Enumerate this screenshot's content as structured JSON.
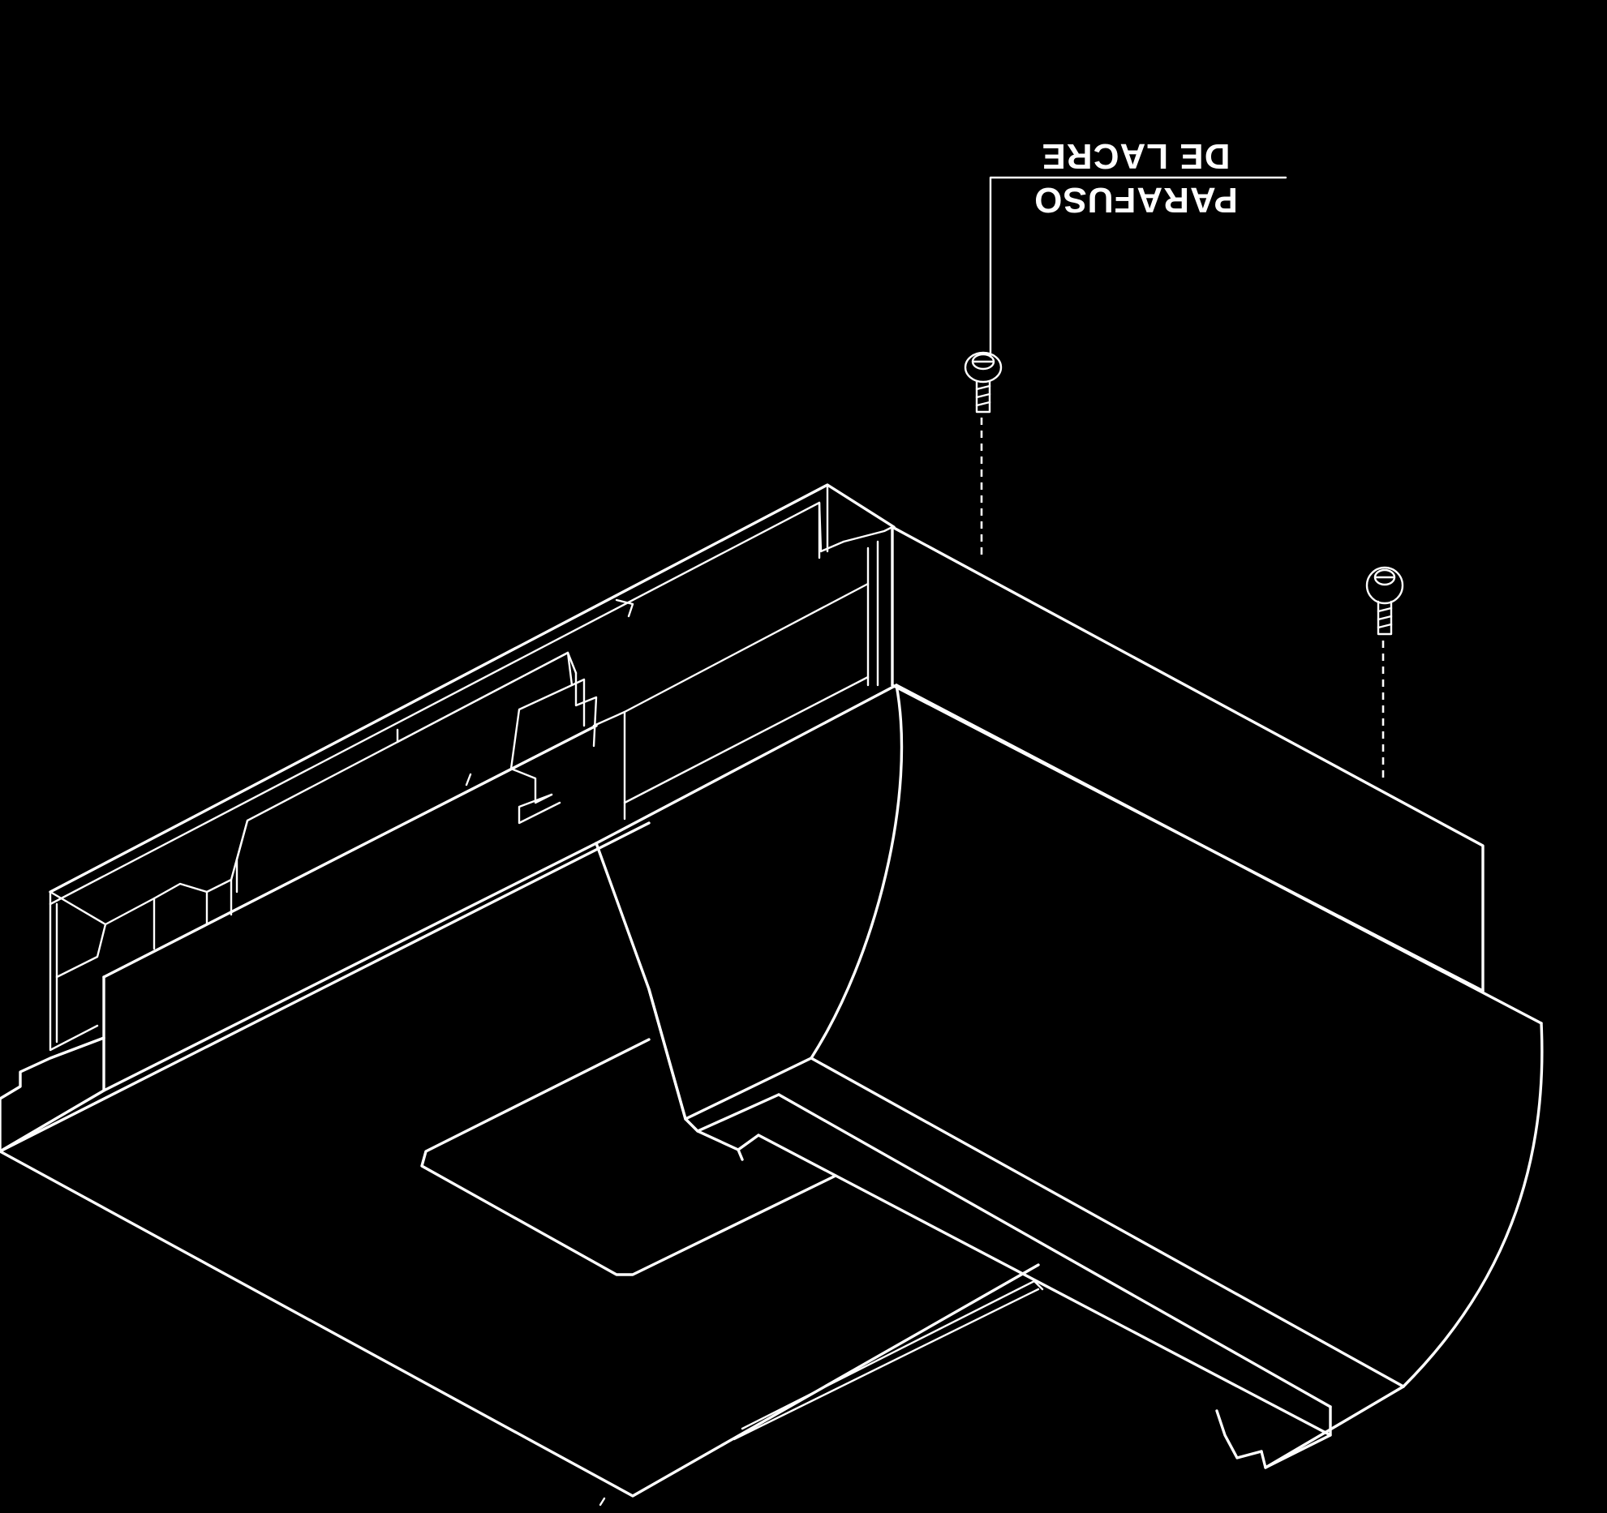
{
  "diagram": {
    "colors": {
      "background": "#000000",
      "line": "#ffffff"
    },
    "callout": {
      "line1": "PARAFUSO",
      "line2": "DE LACRE",
      "orientation": "mirrored and upside down"
    },
    "parts": [
      {
        "name": "seal-screw",
        "icon": "screw-icon",
        "count": 2
      },
      {
        "name": "device-housing"
      },
      {
        "name": "curved-cover"
      },
      {
        "name": "slot-track"
      },
      {
        "name": "rectangular-opening"
      }
    ]
  }
}
